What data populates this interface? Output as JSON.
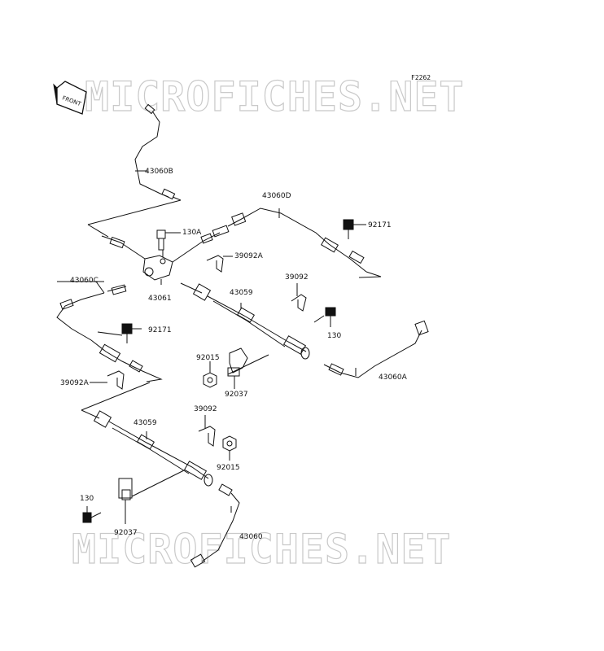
{
  "diagram": {
    "code": "F2262",
    "watermark_top": "MICROFICHES.NET",
    "watermark_bottom": "MICROFICHES.NET",
    "front_label": "FRONT",
    "callouts": {
      "p43060B": "43060B",
      "p43060D": "43060D",
      "p130A": "130A",
      "p92171_top": "92171",
      "p39092A_top": "39092A",
      "p43060C": "43060C",
      "p43061": "43061",
      "p43059_top": "43059",
      "p39092_top": "39092",
      "p92171_left": "92171",
      "p130_right": "130",
      "p92015_top": "92015",
      "p92037_top": "92037",
      "p43060A": "43060A",
      "p39092A_left": "39092A",
      "p43059_bottom": "43059",
      "p39092_bottom": "39092",
      "p92015_bottom": "92015",
      "p130_bottom": "130",
      "p92037_bottom": "92037",
      "p43060": "43060"
    }
  }
}
